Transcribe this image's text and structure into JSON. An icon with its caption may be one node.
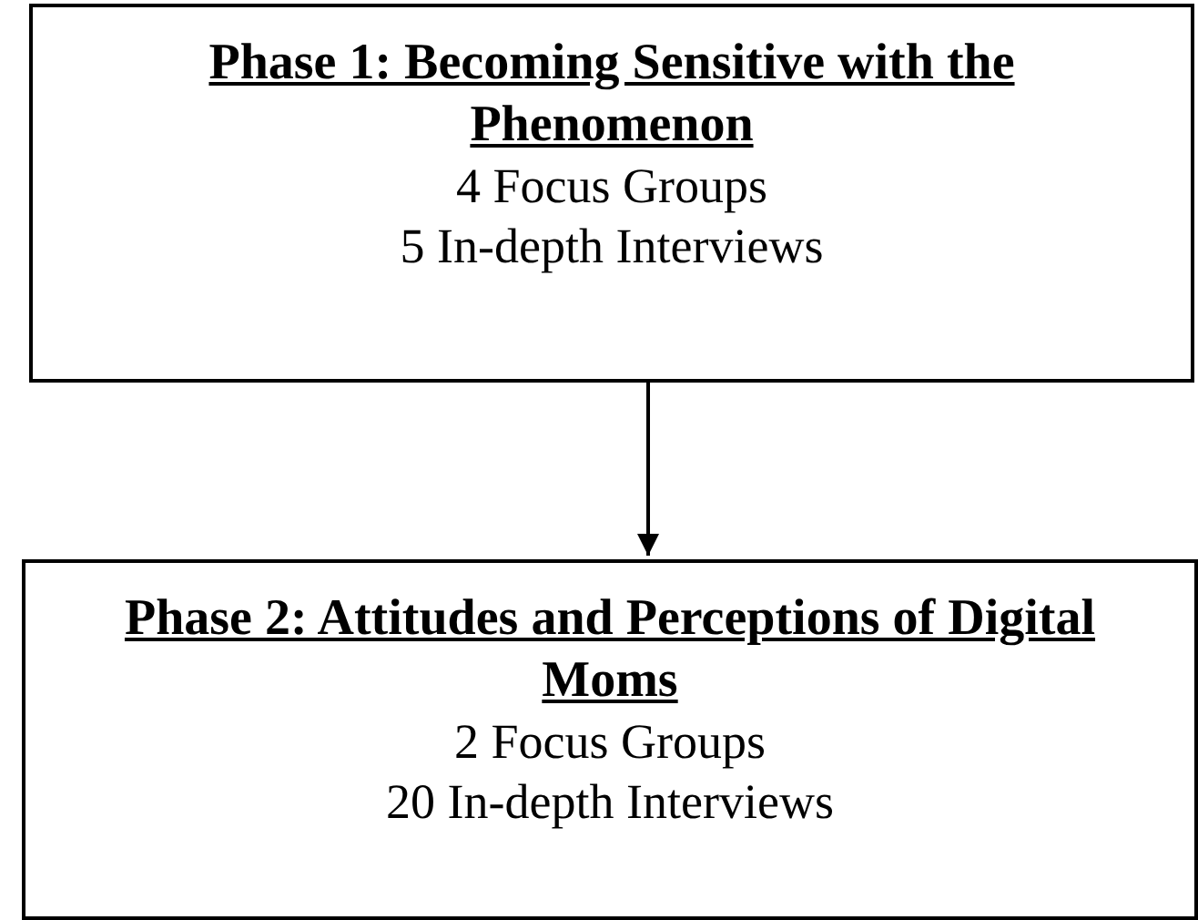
{
  "diagram": {
    "nodes": [
      {
        "text": [
          "Phase 1: Becoming Sensitive with the Phenomenon",
          "4 Focus Groups",
          "5 In-depth Interviews"
        ]
      },
      {
        "text": [
          "Phase 2: Attitudes and Perceptions of Digital Moms",
          "2 Focus Groups",
          "20 In-depth Interviews"
        ]
      }
    ],
    "edges": [
      {
        "from": 0,
        "to": 1,
        "arrow": "to"
      }
    ]
  }
}
